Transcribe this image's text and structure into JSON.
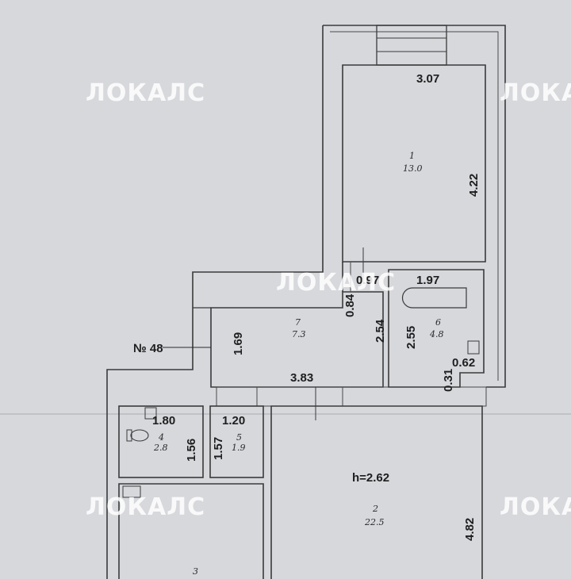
{
  "watermark": "ЛОКАЛС",
  "apartment_label": "№ 48",
  "ceiling_height": "h=2.62",
  "rooms": [
    {
      "number": "1",
      "area": "13.0"
    },
    {
      "number": "2",
      "area": "22.5"
    },
    {
      "number": "3",
      "area": ""
    },
    {
      "number": "4",
      "area": "2.8"
    },
    {
      "number": "5",
      "area": "1.9"
    },
    {
      "number": "6",
      "area": "4.8"
    },
    {
      "number": "7",
      "area": "7.3"
    }
  ],
  "dimensions": {
    "room1_width": "3.07",
    "room1_length": "4.22",
    "hall_small": "0.97",
    "hall_wall": "0.84",
    "bath_width": "1.97",
    "bath_left": "2.54",
    "bath_right": "2.55",
    "bath_small_w": "0.62",
    "bath_small_h": "0.31",
    "hall_height": "1.69",
    "hall_width": "3.83",
    "wc_width": "1.80",
    "wc_height": "1.56",
    "room5_width": "1.20",
    "room5_height": "1.57",
    "room2_length": "4.82"
  }
}
